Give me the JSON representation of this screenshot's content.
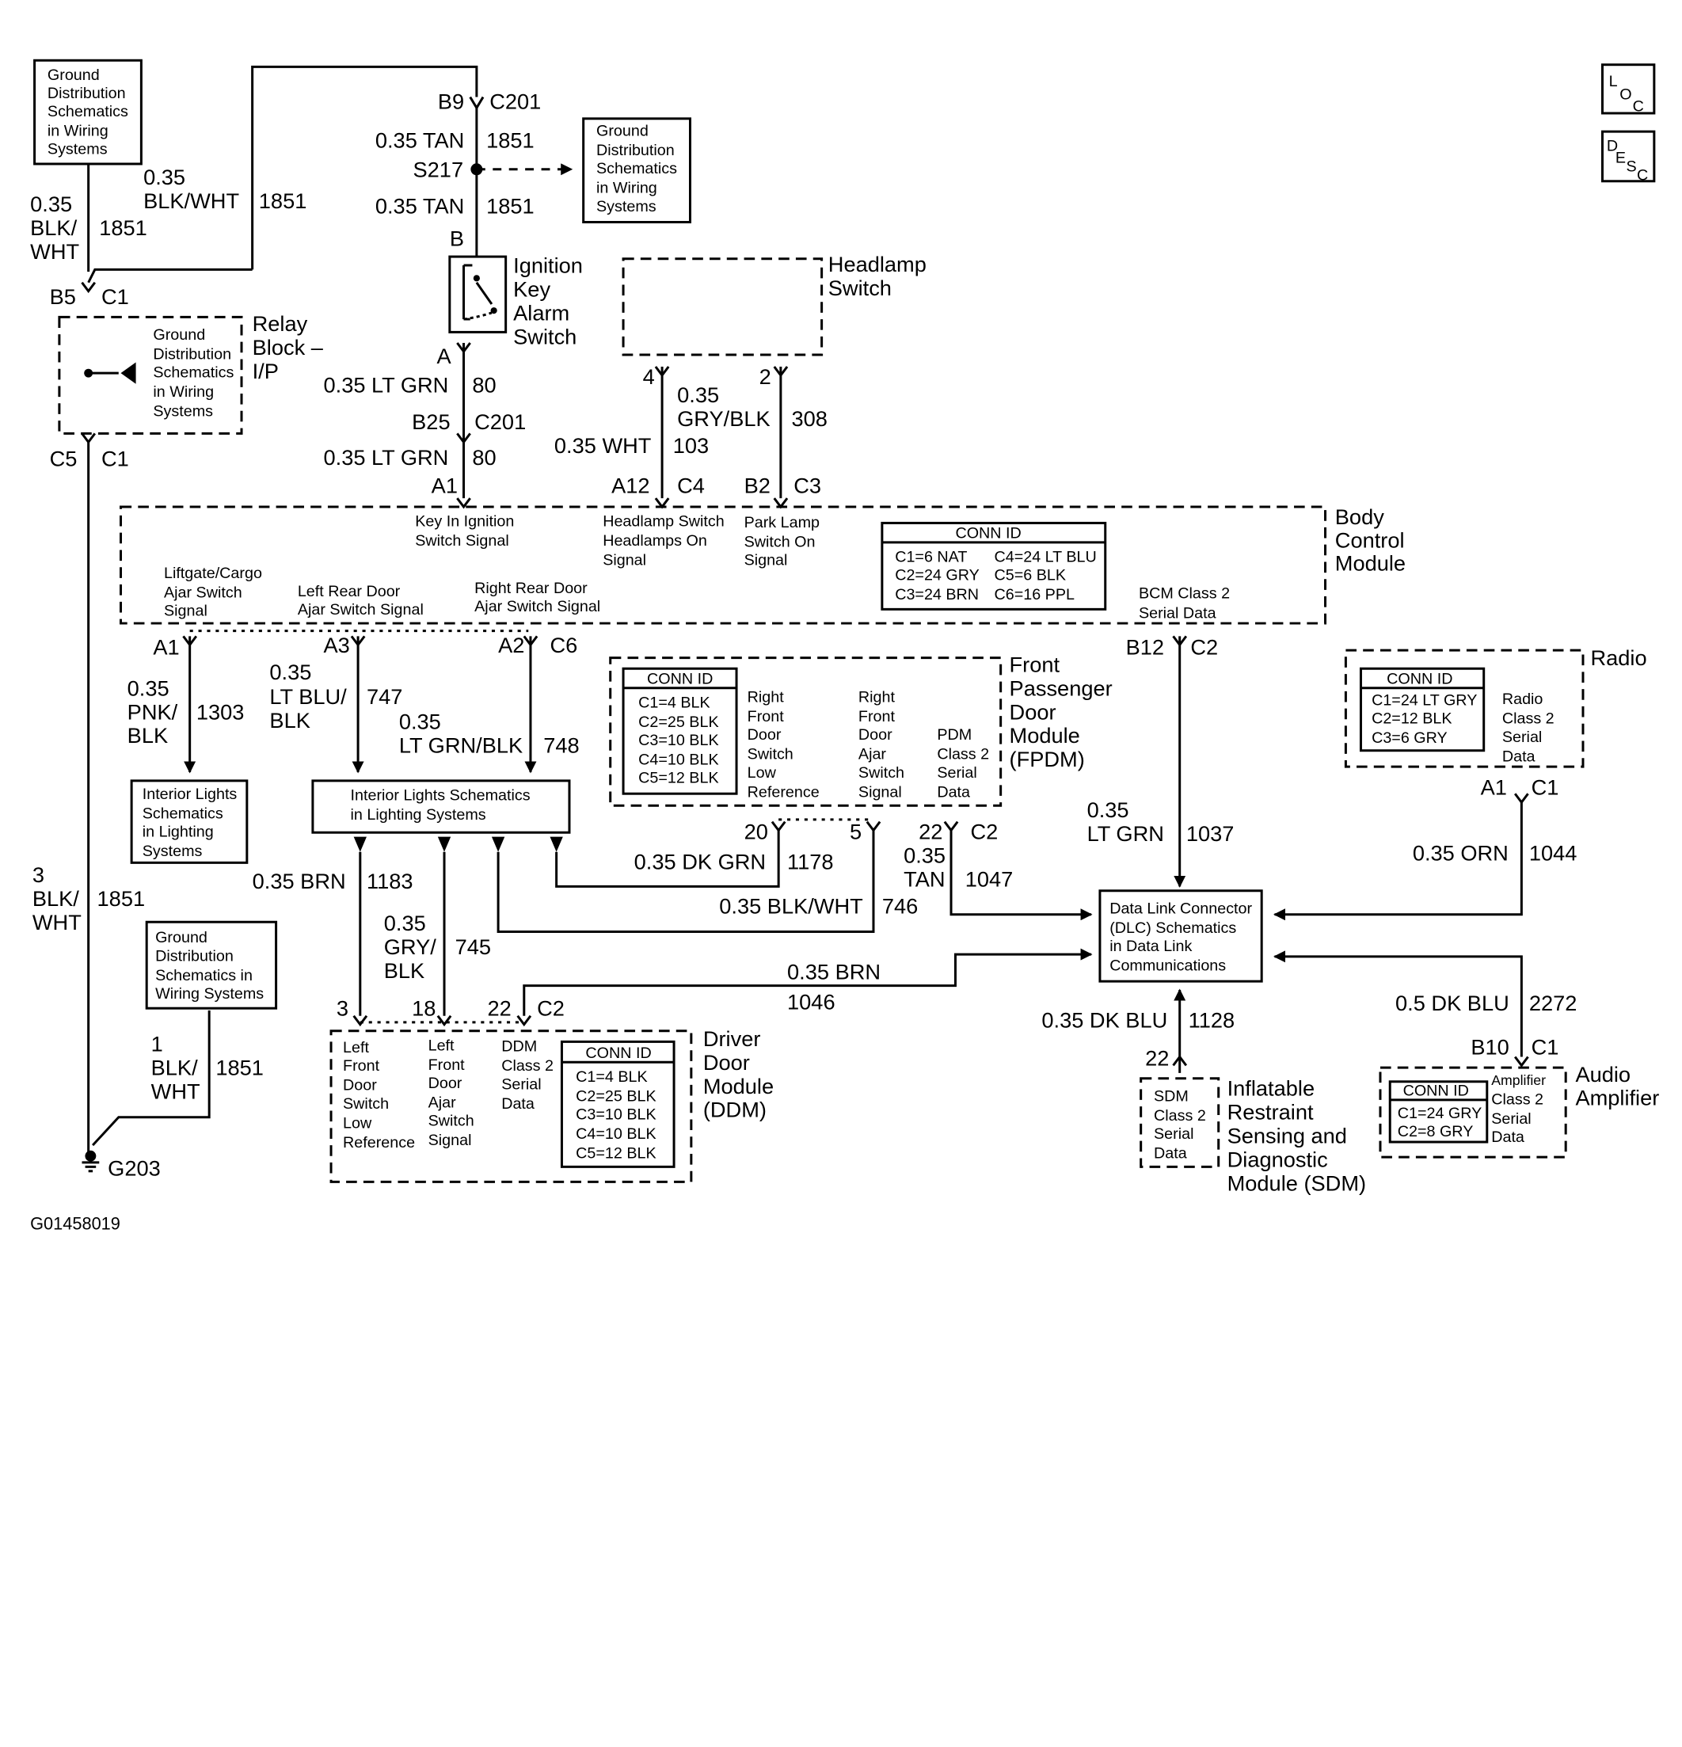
{
  "icons": {
    "loc": "loc-icon",
    "desc": "desc-icon"
  },
  "loc": {
    "l": "L",
    "o": "O",
    "c": "C"
  },
  "desc": {
    "d": "D",
    "e": "E",
    "s": "S",
    "c": "C"
  },
  "gnd_ref": [
    "Ground",
    "Distribution",
    "Schematics",
    "in Wiring",
    "Systems"
  ],
  "gnd_ref_b": [
    "Ground",
    "Distribution",
    "Schematics in",
    "Wiring Systems"
  ],
  "c201": {
    "b9": "B9",
    "name": "C201",
    "b25": "B25"
  },
  "wires": {
    "tan": "0.35 TAN",
    "n1851": "1851",
    "s217": "S217",
    "b": "B",
    "blkwht_top": "0.35",
    "blkwht_top2": "BLK/WHT",
    "left_a": "0.35",
    "left_b": "BLK/",
    "left_c": "WHT",
    "b5": "B5",
    "c1": "C1",
    "c5": "C5",
    "a": "A",
    "ltgrn": "0.35 LT GRN",
    "n80": "80",
    "a1": "A1",
    "pin4": "4",
    "pin2": "2",
    "gry_a": "0.35",
    "gry_b": "GRY/BLK",
    "n308": "308",
    "wht": "0.35 WHT",
    "n103": "103",
    "a12": "A12",
    "c4": "C4",
    "b2": "B2",
    "c3": "C3",
    "pnk_a": "0.35",
    "pnk_b": "PNK/",
    "pnk_c": "BLK",
    "n1303": "1303",
    "a3": "A3",
    "ltblu_a": "0.35",
    "ltblu_b": "LT BLU/",
    "ltblu_c": "BLK",
    "n747": "747",
    "a2": "A2",
    "c6": "C6",
    "ltgb_a": "0.35",
    "ltgb_b": "LT GRN/BLK",
    "n748": "748",
    "b12": "B12",
    "c2": "C2",
    "ltgrn2_a": "0.35",
    "ltgrn2_b": "LT GRN",
    "n1037": "1037",
    "orn": "0.35 ORN",
    "n1044": "1044",
    "p20": "20",
    "p5": "5",
    "p22": "22",
    "dkgrn": "0.35 DK GRN",
    "n1178": "1178",
    "tan2_a": "0.35",
    "tan2_b": "TAN",
    "n1047": "1047",
    "brn": "0.35 BRN",
    "n1183": "1183",
    "bw746": "0.35 BLK/WHT",
    "n746": "746",
    "grv_a": "0.35",
    "grv_b": "GRY/",
    "grv_c": "BLK",
    "n745": "745",
    "brn2": "0.35 BRN",
    "n1046": "1046",
    "b3a": "3",
    "b3b": "BLK/",
    "b3c": "WHT",
    "p3": "3",
    "p18": "18",
    "dkblu": "0.35 DK BLU",
    "n1128": "1128",
    "dkblu5": "0.5 DK BLU",
    "n2272": "2272",
    "b10": "B10",
    "g1a": "1",
    "g1b": "BLK/",
    "g1c": "WHT",
    "g203": "G203"
  },
  "relay": {
    "t1": "Relay",
    "t2": "Block –",
    "t3": "I/P"
  },
  "ignition": [
    "Ignition",
    "Key",
    "Alarm",
    "Switch"
  ],
  "headlamp": [
    "Headlamp",
    "Switch"
  ],
  "bcm": {
    "title": [
      "Body",
      "Control",
      "Module"
    ],
    "key": [
      "Key In Ignition",
      "Switch Signal"
    ],
    "hl": [
      "Headlamp Switch",
      "Headlamps On",
      "Signal"
    ],
    "park": [
      "Park Lamp",
      "Switch On",
      "Signal"
    ],
    "lift": [
      "Liftgate/Cargo",
      "Ajar Switch",
      "Signal"
    ],
    "lr": [
      "Left Rear Door",
      "Ajar Switch Signal"
    ],
    "rr": [
      "Right Rear Door",
      "Ajar Switch Signal"
    ],
    "class2": [
      "BCM Class 2",
      "Serial Data"
    ],
    "conn": {
      "title": "CONN ID",
      "rows": [
        [
          "C1=6 NAT",
          "C4=24 LT BLU"
        ],
        [
          "C2=24 GRY",
          "C5=6 BLK"
        ],
        [
          "C3=24 BRN",
          "C6=16 PPL"
        ]
      ]
    }
  },
  "fpdm": {
    "title": [
      "Front",
      "Passenger",
      "Door",
      "Module",
      "(FPDM)"
    ],
    "conn": {
      "title": "CONN ID",
      "rows": [
        "C1=4 BLK",
        "C2=25 BLK",
        "C3=10 BLK",
        "C4=10 BLK",
        "C5=12 BLK"
      ]
    },
    "lowref": [
      "Right",
      "Front",
      "Door",
      "Switch",
      "Low",
      "Reference"
    ],
    "ajar": [
      "Right",
      "Front",
      "Door",
      "Ajar",
      "Switch",
      "Signal"
    ],
    "class2": [
      "PDM",
      "Class 2",
      "Serial",
      "Data"
    ]
  },
  "radio": {
    "title": "Radio",
    "conn": {
      "title": "CONN ID",
      "rows": [
        "C1=24 LT GRY",
        "C2=12 BLK",
        "C3=6 GRY"
      ]
    },
    "class2": [
      "Radio",
      "Class 2",
      "Serial",
      "Data"
    ]
  },
  "interior": {
    "left": [
      "Interior Lights",
      "Schematics",
      "in Lighting",
      "Systems"
    ],
    "mid": [
      "Interior Lights Schematics",
      "in Lighting Systems"
    ]
  },
  "dlc": [
    "Data Link Connector",
    "(DLC) Schematics",
    "in Data Link",
    "Communications"
  ],
  "ddm": {
    "title": [
      "Driver",
      "Door",
      "Module",
      "(DDM)"
    ],
    "lowref": [
      "Left",
      "Front",
      "Door",
      "Switch",
      "Low",
      "Reference"
    ],
    "ajar": [
      "Left",
      "Front",
      "Door",
      "Ajar",
      "Switch",
      "Signal"
    ],
    "class2": [
      "DDM",
      "Class 2",
      "Serial",
      "Data"
    ],
    "conn": {
      "title": "CONN ID",
      "rows": [
        "C1=4 BLK",
        "C2=25 BLK",
        "C3=10 BLK",
        "C4=10 BLK",
        "C5=12 BLK"
      ]
    }
  },
  "sdm": {
    "title": [
      "Inflatable",
      "Restraint",
      "Sensing and",
      "Diagnostic",
      "Module (SDM)"
    ],
    "inner": [
      "SDM",
      "Class 2",
      "Serial",
      "Data"
    ]
  },
  "amp": {
    "title": [
      "Audio",
      "Amplifier"
    ],
    "conn": {
      "title": "CONN ID",
      "rows": [
        "C1=24 GRY",
        "C2=8 GRY"
      ]
    },
    "class2": [
      "Amplifier",
      "Class 2",
      "Serial",
      "Data"
    ]
  },
  "figure_id": "G01458019"
}
